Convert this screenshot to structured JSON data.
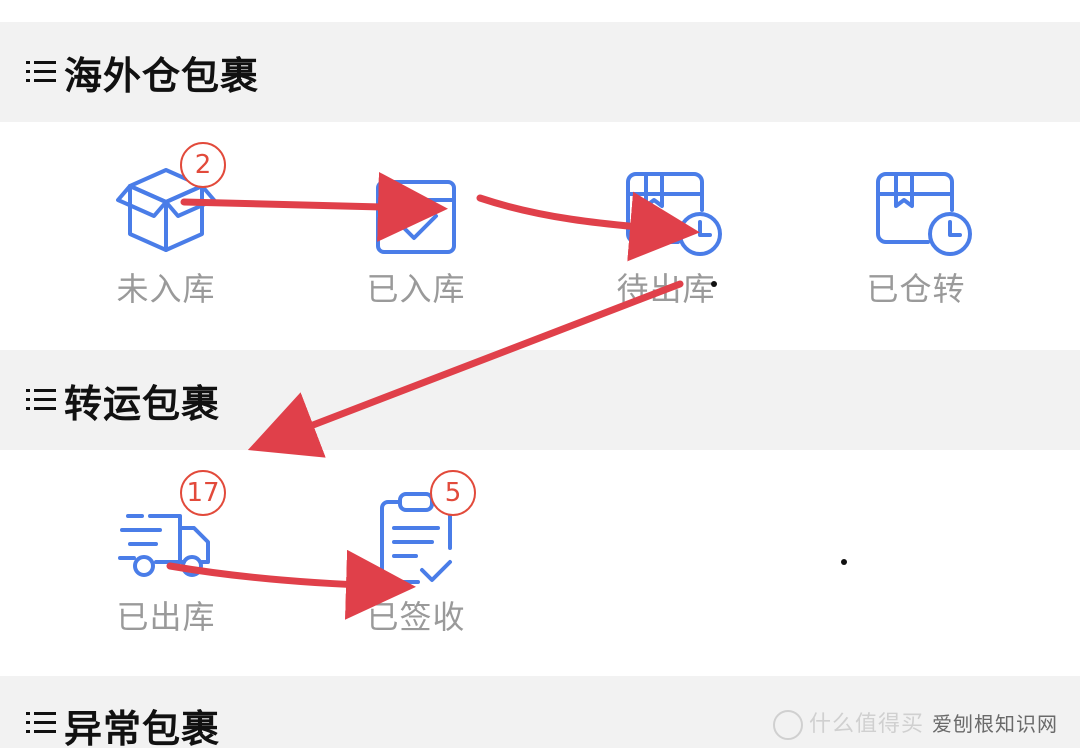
{
  "sections": [
    {
      "title": "海外仓包裹",
      "items": [
        {
          "label": "未入库",
          "badge": "2",
          "icon": "box-icon"
        },
        {
          "label": "已入库",
          "badge": "",
          "icon": "box-check-icon"
        },
        {
          "label": "待出库",
          "badge": "",
          "icon": "box-clock-icon"
        },
        {
          "label": "已仓转",
          "badge": "",
          "icon": "box-clock-icon"
        }
      ]
    },
    {
      "title": "转运包裹",
      "items": [
        {
          "label": "已出库",
          "badge": "17",
          "icon": "delivery-truck-icon"
        },
        {
          "label": "已签收",
          "badge": "5",
          "icon": "clipboard-check-icon"
        }
      ]
    },
    {
      "title": "异常包裹",
      "items": []
    }
  ],
  "watermark": {
    "text": "什么值得买",
    "site": "爱刨根知识网"
  },
  "colors": {
    "icon_blue": "#4a7de8",
    "badge_red": "#e24a3b",
    "arrow_red": "#e0404a",
    "header_bg": "#f2f2f2",
    "label_gray": "#9a9a9a"
  }
}
